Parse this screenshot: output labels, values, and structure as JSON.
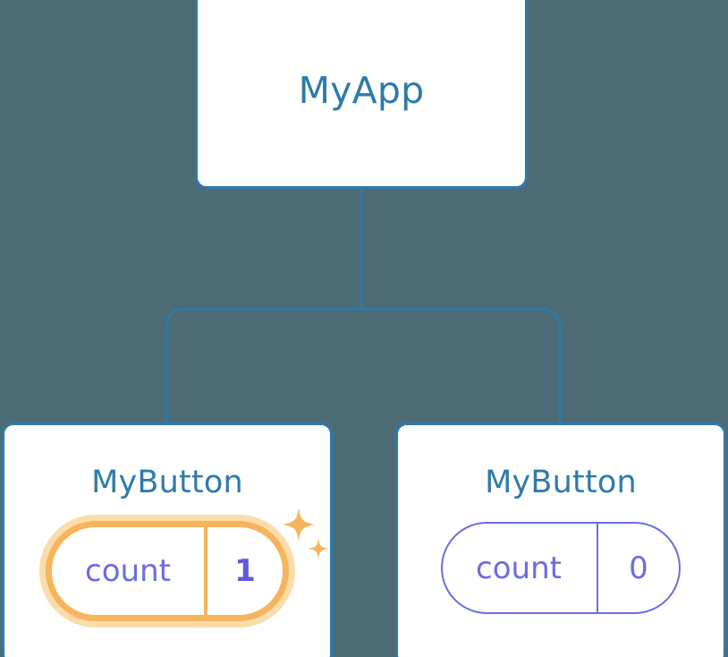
{
  "theme": {
    "background": "#4d6b75",
    "card_background": "#ffffff",
    "card_border": "#2d79ab",
    "connector": "#2d79ab",
    "title_text": "#2e7aad",
    "state_text": "#6b6ce0",
    "highlight_ring": "#f6b45c",
    "highlight_halo": "#fbdcab",
    "sparkle": "#f6b45c"
  },
  "tree": {
    "root": {
      "title": "MyApp"
    },
    "children": [
      {
        "title": "MyButton",
        "state": {
          "key": "count",
          "value": "1"
        },
        "highlighted": true,
        "sparkle_icon": "sparkles-icon"
      },
      {
        "title": "MyButton",
        "state": {
          "key": "count",
          "value": "0"
        },
        "highlighted": false
      }
    ]
  }
}
